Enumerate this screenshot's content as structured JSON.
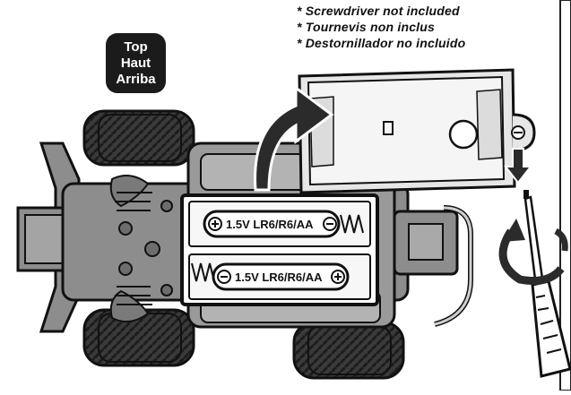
{
  "notes": [
    "* Screwdriver not included",
    "* Tournevis non inclus",
    "* Destornillador no incluido"
  ],
  "orientation_badge": [
    "Top",
    "Haut",
    "Arriba"
  ],
  "batteries": [
    "1.5V LR6/R6/AA",
    "1.5V LR6/R6/AA"
  ],
  "colors": {
    "body": "#8d8d8d",
    "body_dark": "#5a5a5a",
    "tire": "#3a3a3a",
    "arrow": "#2b2b2b",
    "lid": "#e6e6e6"
  }
}
